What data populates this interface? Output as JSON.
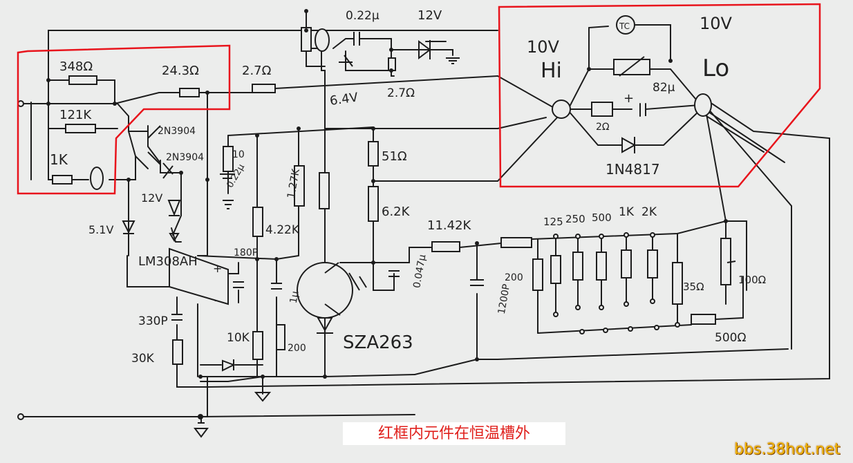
{
  "diagram": {
    "labels": {
      "r348": "348Ω",
      "r243": "24.3Ω",
      "r121k": "121K",
      "r1k": "1K",
      "r275a": "2.7Ω",
      "r275b": "2.7Ω",
      "c022top": "0.22μ",
      "z12top": "12V",
      "v64": "6.4V",
      "q1": "2N3904",
      "q2": "2N3904",
      "z12mid": "12V",
      "z51": "5.1V",
      "r10": "10",
      "c022mid": "0.22μ",
      "r127k": "1.27K",
      "r422k": "4.22K",
      "r51": "51Ω",
      "r62k": "6.2K",
      "r1142k": "11.42K",
      "opamp": "LM308AH",
      "c180": "180P",
      "c1u": "1μ",
      "c0047": "0.047μ",
      "c1200": "1200P",
      "c330": "330P",
      "r30k": "30K",
      "r10k": "10K",
      "r200a": "200",
      "r200b": "200",
      "ref": "SZA263",
      "t125": "125",
      "t250": "250",
      "t500": "500",
      "t1k": "1K",
      "t2k": "2K",
      "r35": "35Ω",
      "r100": "100Ω",
      "r500": "500Ω",
      "v10a": "10V",
      "v10b": "10V",
      "hi": "Hi",
      "lo": "Lo",
      "tc": "TC",
      "c82": "82μ",
      "plus": "+",
      "r2": "2Ω",
      "d4817": "1N4817",
      "op_plus": "+",
      "op_minus": "-"
    },
    "caption": "红框内元件在恒温槽外",
    "watermark": "bbs.38hot.net",
    "colors": {
      "ink": "#1c1c1c",
      "highlight": "#e8141c",
      "paper": "#ecedec",
      "caption_text": "#e0201c",
      "watermark": "#f0b400"
    }
  }
}
